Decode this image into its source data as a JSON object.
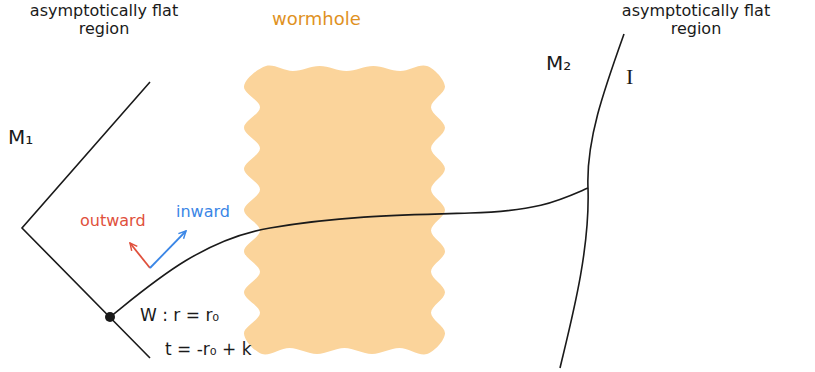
{
  "diagram": {
    "nodes": [
      {
        "text": [
          "wormhole"
        ]
      }
    ],
    "labels": [
      "asymptotically flat region",
      "M₁",
      "outward",
      "inward",
      "W : r = r₀",
      "t = -r₀ + k",
      "asymptotically flat region",
      "M₂",
      "I"
    ]
  }
}
